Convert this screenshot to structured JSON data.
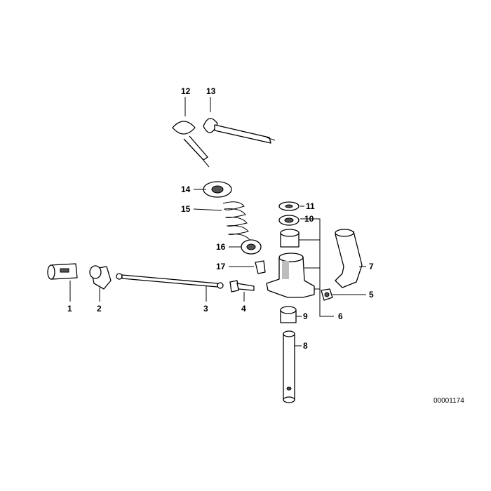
{
  "diagram_id": "00001174",
  "labels": {
    "p1": "1",
    "p2": "2",
    "p3": "3",
    "p4": "4",
    "p5": "5",
    "p6": "6",
    "p7": "7",
    "p8": "8",
    "p9": "9",
    "p10": "10",
    "p11": "11",
    "p12": "12",
    "p13": "13",
    "p14": "14",
    "p15": "15",
    "p16": "16",
    "p17": "17"
  }
}
